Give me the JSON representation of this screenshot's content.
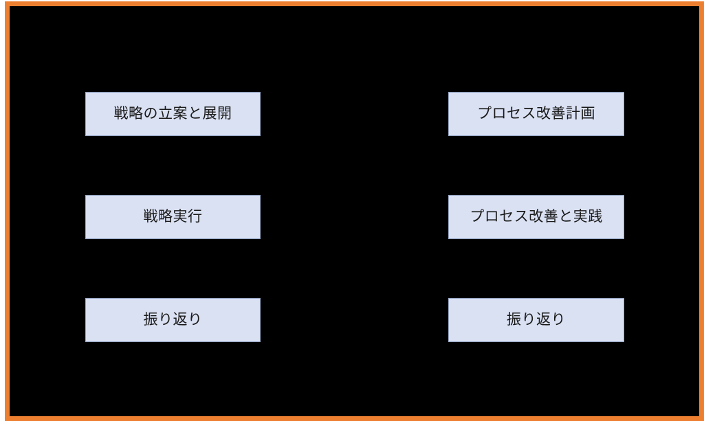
{
  "canvas": {
    "background_color": "#000000",
    "border_color": "#ec8030",
    "page_background": "#ffffff"
  },
  "node_style": {
    "fill_color": "#dae1f3",
    "stroke_color": "#9aa9c7",
    "text_color": "#1a1a1a"
  },
  "columns": [
    {
      "name": "strategy-column",
      "nodes": [
        {
          "label": "戦略の立案と展開"
        },
        {
          "label": "戦略実行"
        },
        {
          "label": "振り返り"
        }
      ]
    },
    {
      "name": "process-column",
      "nodes": [
        {
          "label": "プロセス改善計画"
        },
        {
          "label": "プロセス改善と実践"
        },
        {
          "label": "振り返り"
        }
      ]
    }
  ]
}
